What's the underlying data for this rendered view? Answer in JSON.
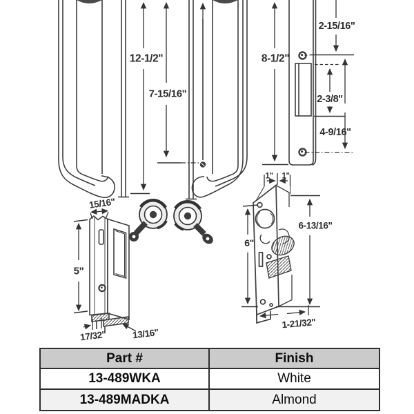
{
  "diagram": {
    "dimensions": {
      "handle_length": "12-1/2\"",
      "handle_hole_spacing": "7-15/16\"",
      "plate_height": "8-1/2\"",
      "plate_top_to_hole": "2-15/16\"",
      "plate_slot_height": "2-3/8\"",
      "plate_hole_spacing": "4-9/16\"",
      "keeper_width": "15/16\"",
      "keeper_height": "5\"",
      "keeper_tab_offset": "17/32\"",
      "keeper_tab_depth": "13/16\"",
      "lock_backset_left": "1\"",
      "lock_backset_right": "1\"",
      "lock_case_height": "6\"",
      "lock_overall_height": "6-13/16\"",
      "lock_depth": "1-21/32\""
    },
    "colors": {
      "line": "#3d3d3d",
      "arrow": "#333333"
    }
  },
  "table": {
    "headers": [
      "Part #",
      "Finish"
    ],
    "rows": [
      {
        "part": "13-489WKA",
        "finish": "White"
      },
      {
        "part": "13-489MADKA",
        "finish": "Almond"
      }
    ],
    "header_bg": "#cbcbcb",
    "alt_row_bg": "#f1f1f1"
  }
}
